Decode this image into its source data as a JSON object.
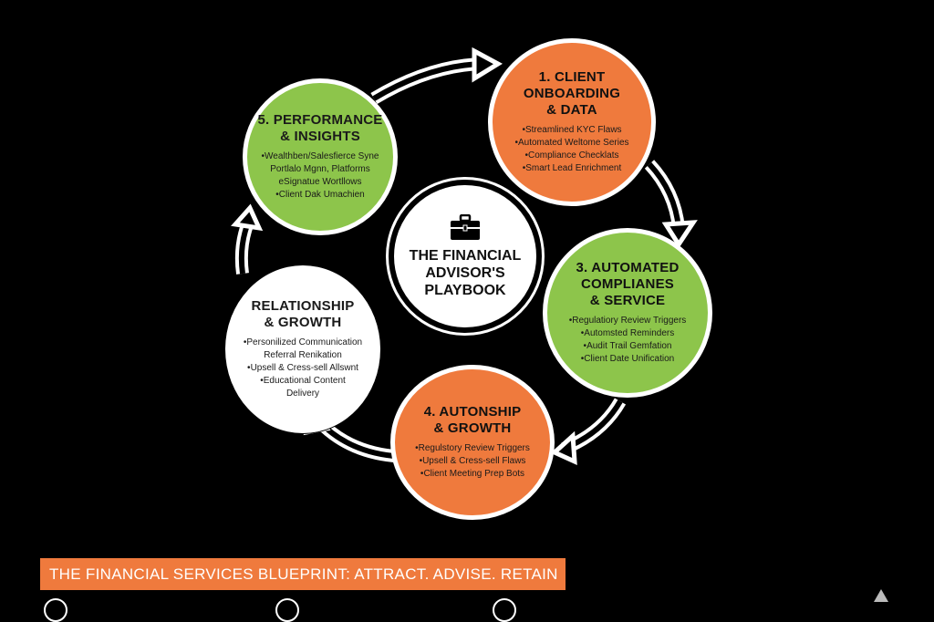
{
  "center": {
    "title": "THE FINANCIAL\nADVISOR'S\nPLAYBOOK",
    "icon": "briefcase-icon"
  },
  "nodes": {
    "client_onboarding": {
      "title": "1. CLIENT\nONBOARDING\n& DATA",
      "items": [
        "Streamlined KYC Flaws",
        "Automated Weltome Series",
        "Compliance Checklats",
        "Smart Lead Enrichment"
      ]
    },
    "automated_compliance": {
      "title": "3. AUTOMATED\nCOMPLIANES\n& SERVICE",
      "items": [
        "Regulatiory Review Triggers",
        "Automsted Reminders",
        "Audit Trail Gemfation",
        "Client Date Unification"
      ]
    },
    "autonship": {
      "title": "4. AUTONSHIP\n& GROWTH",
      "items": [
        "Regulstory Review Triggers",
        "Upsell & Cress-sell Flaws",
        "Client Meeting Prep Bots"
      ]
    },
    "relationship": {
      "title": "RELATIONSHIP\n& GROWTH",
      "items": [
        "Personilized Communication",
        "Referral Renikation",
        "Upsell & Cress-sell Allswnt",
        "Educational Content",
        "Delivery"
      ]
    },
    "performance": {
      "title": "5. PERFORMANCE\n& INSIGHTS",
      "items": [
        "Wealthben/Salesfierce Syne",
        "Portlalo Mgnn, Platforms",
        "eSignatue Wortllows",
        "Client Dak Umachien"
      ]
    }
  },
  "footer": {
    "banner": "THE FINANCIAL SERVICES BLUEPRINT: ATTRACT. ADVISE. RETAIN"
  },
  "colors": {
    "orange": "#ef7a3d",
    "green": "#8dc54b",
    "white": "#ffffff",
    "background": "#000000"
  }
}
